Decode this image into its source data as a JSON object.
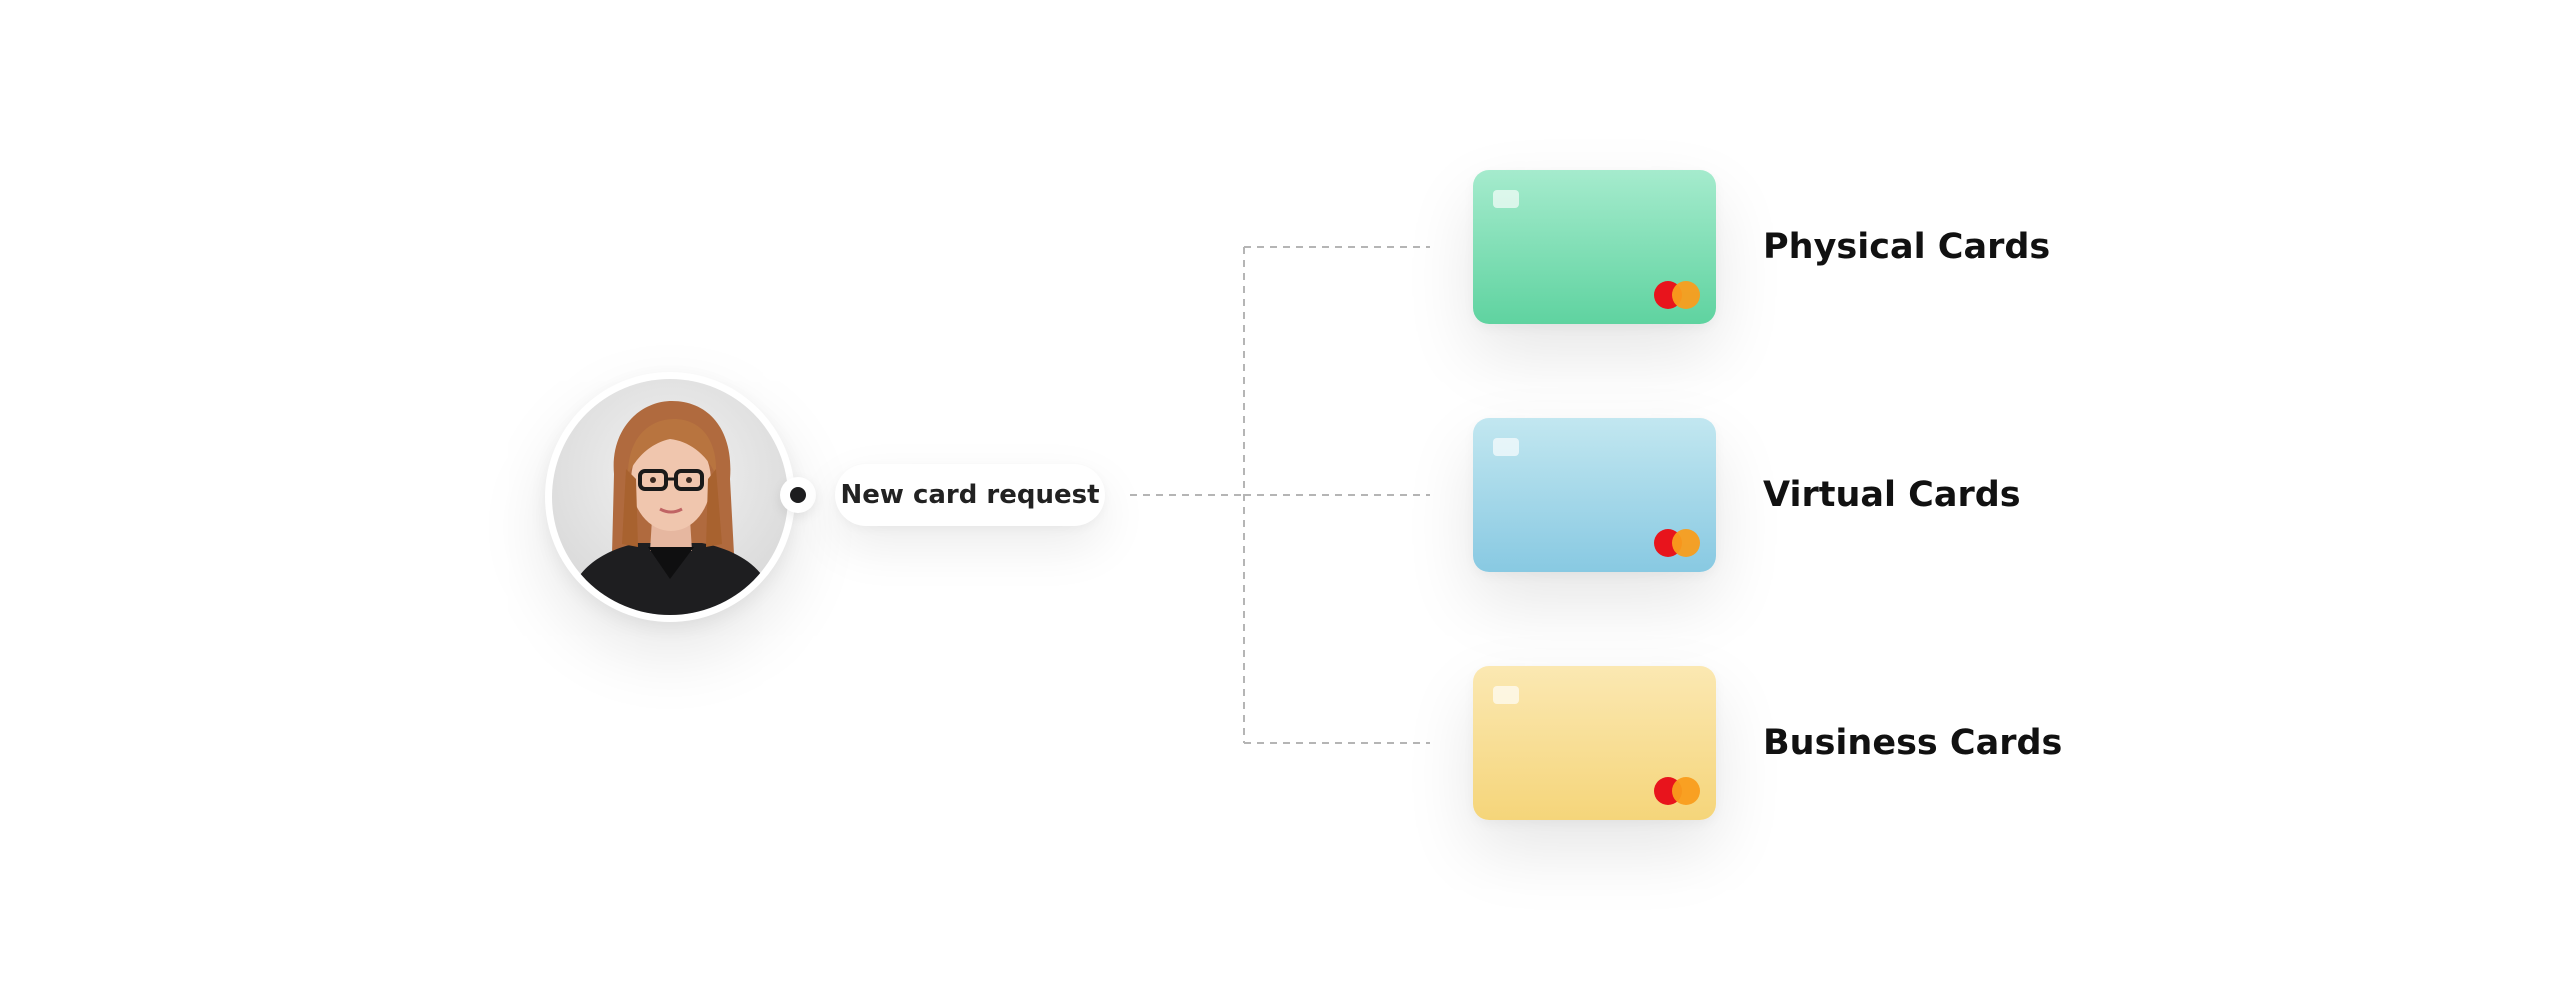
{
  "request": {
    "label": "New card request"
  },
  "avatar": {
    "icon": "person-portrait-icon"
  },
  "cards": [
    {
      "label": "Physical Cards",
      "color": "#5fd3a0",
      "icon": "mastercard-logo-icon"
    },
    {
      "label": "Virtual Cards",
      "color": "#88c9e2",
      "icon": "mastercard-logo-icon"
    },
    {
      "label": "Business Cards",
      "color": "#f5d57a",
      "icon": "mastercard-logo-icon"
    }
  ],
  "colors": {
    "dot": "#1d1d1f",
    "line": "#b5b5b5",
    "mastercard_red": "#e8141c",
    "mastercard_orange": "#f99d1c"
  }
}
